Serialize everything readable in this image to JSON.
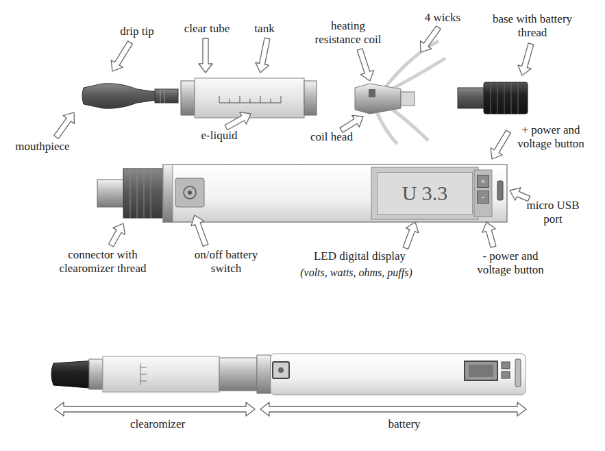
{
  "diagram": {
    "nodes": [
      {
        "text": [
          "U 3.3"
        ]
      },
      {
        "text": [
          "+"
        ]
      },
      {
        "text": [
          "-"
        ]
      }
    ],
    "labels": [
      "drip tip",
      "clear tube",
      "tank",
      "heating resistance coil",
      "4 wicks",
      "base with battery thread",
      "mouthpiece",
      "e-liquid",
      "coil head",
      "+ power and voltage button",
      "micro USB port",
      "connector with clearomizer thread",
      "on/off battery switch",
      "LED digital display",
      "(volts, watts, ohms, puffs)",
      "- power and voltage button",
      "clearomizer",
      "battery"
    ]
  }
}
